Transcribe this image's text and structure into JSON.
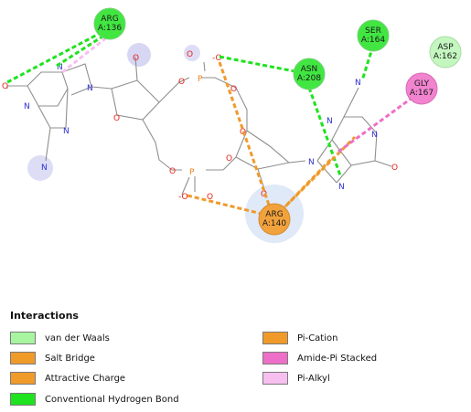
{
  "residues": {
    "arg136": {
      "name": "ARG",
      "id": "A:136",
      "fill": "#41e641"
    },
    "ser164": {
      "name": "SER",
      "id": "A:164",
      "fill": "#41e641"
    },
    "asp162": {
      "name": "ASP",
      "id": "A:162",
      "fill": "#c4f7c0"
    },
    "asn208": {
      "name": "ASN",
      "id": "A:208",
      "fill": "#41e641"
    },
    "gly167": {
      "name": "GLY",
      "id": "A:167",
      "fill": "#f183cf"
    },
    "arg140": {
      "name": "ARG",
      "id": "A:140",
      "fill": "#f2a23c"
    }
  },
  "atoms": {
    "o_left": "O",
    "n_left_top": "N",
    "n_left_mid": "N",
    "n_left_low": "N",
    "n_left_bot": "N",
    "n_left_nh2": "N",
    "o_sugar1": "O",
    "o_ring1": "O",
    "o_link1": "O",
    "p_top": "P",
    "o_p_top_dbl": "O",
    "o_p_top_minus": "-O",
    "o_link2": "O",
    "o_ring2": "O",
    "o_link3": "O",
    "p_bot": "P",
    "o_p_bot_minus": "-O",
    "o_p_bot_dbl": "O",
    "o_link4": "O",
    "o_sugar2": "O",
    "n_right_1": "N",
    "n_right_2": "N",
    "n_right_3": "N",
    "n_right_4": "N",
    "n_right_top": "N",
    "o_right": "O"
  },
  "legend": {
    "title": "Interactions",
    "items": [
      {
        "label": "van der Waals",
        "color": "#a7f5a0"
      },
      {
        "label": "Salt Bridge",
        "color": "#f09a2a"
      },
      {
        "label": "Attractive Charge",
        "color": "#f09a2a"
      },
      {
        "label": "Conventional Hydrogen Bond",
        "color": "#1ee31e"
      },
      {
        "label": "Pi-Cation",
        "color": "#f09a2a"
      },
      {
        "label": "Amide-Pi Stacked",
        "color": "#ee6fc7"
      },
      {
        "label": "Pi-Alkyl",
        "color": "#f7bff0"
      }
    ]
  }
}
